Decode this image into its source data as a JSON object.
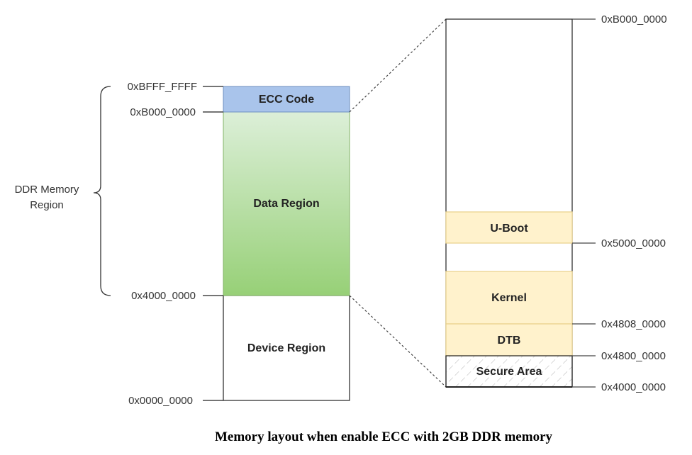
{
  "left": {
    "ecc_label": "ECC Code",
    "data_label": "Data Region",
    "device_label": "Device Region",
    "addr_top": "0xBFFF_FFFF",
    "addr_data_top": "0xB000_0000",
    "addr_data_bottom": "0x4000_0000",
    "addr_zero": "0x0000_0000",
    "brace_label_line1": "DDR Memory",
    "brace_label_line2": "Region"
  },
  "right": {
    "uboot_label": "U-Boot",
    "kernel_label": "Kernel",
    "dtb_label": "DTB",
    "secure_label": "Secure Area",
    "addr_top": "0xB000_0000",
    "addr_uboot": "0x5000_0000",
    "addr_dtb": "0x4808_0000",
    "addr_secure_top": "0x4800_0000",
    "addr_bottom": "0x4000_0000"
  },
  "caption": "Memory layout when enable ECC with 2GB DDR memory",
  "colors": {
    "ecc_fill": "#a9c4eb",
    "ecc_stroke": "#6c8ebf",
    "data_top": "#dcefd8",
    "data_bottom": "#97d077",
    "yellow_fill": "#fff2cc",
    "yellow_stroke": "#e8d08a"
  }
}
